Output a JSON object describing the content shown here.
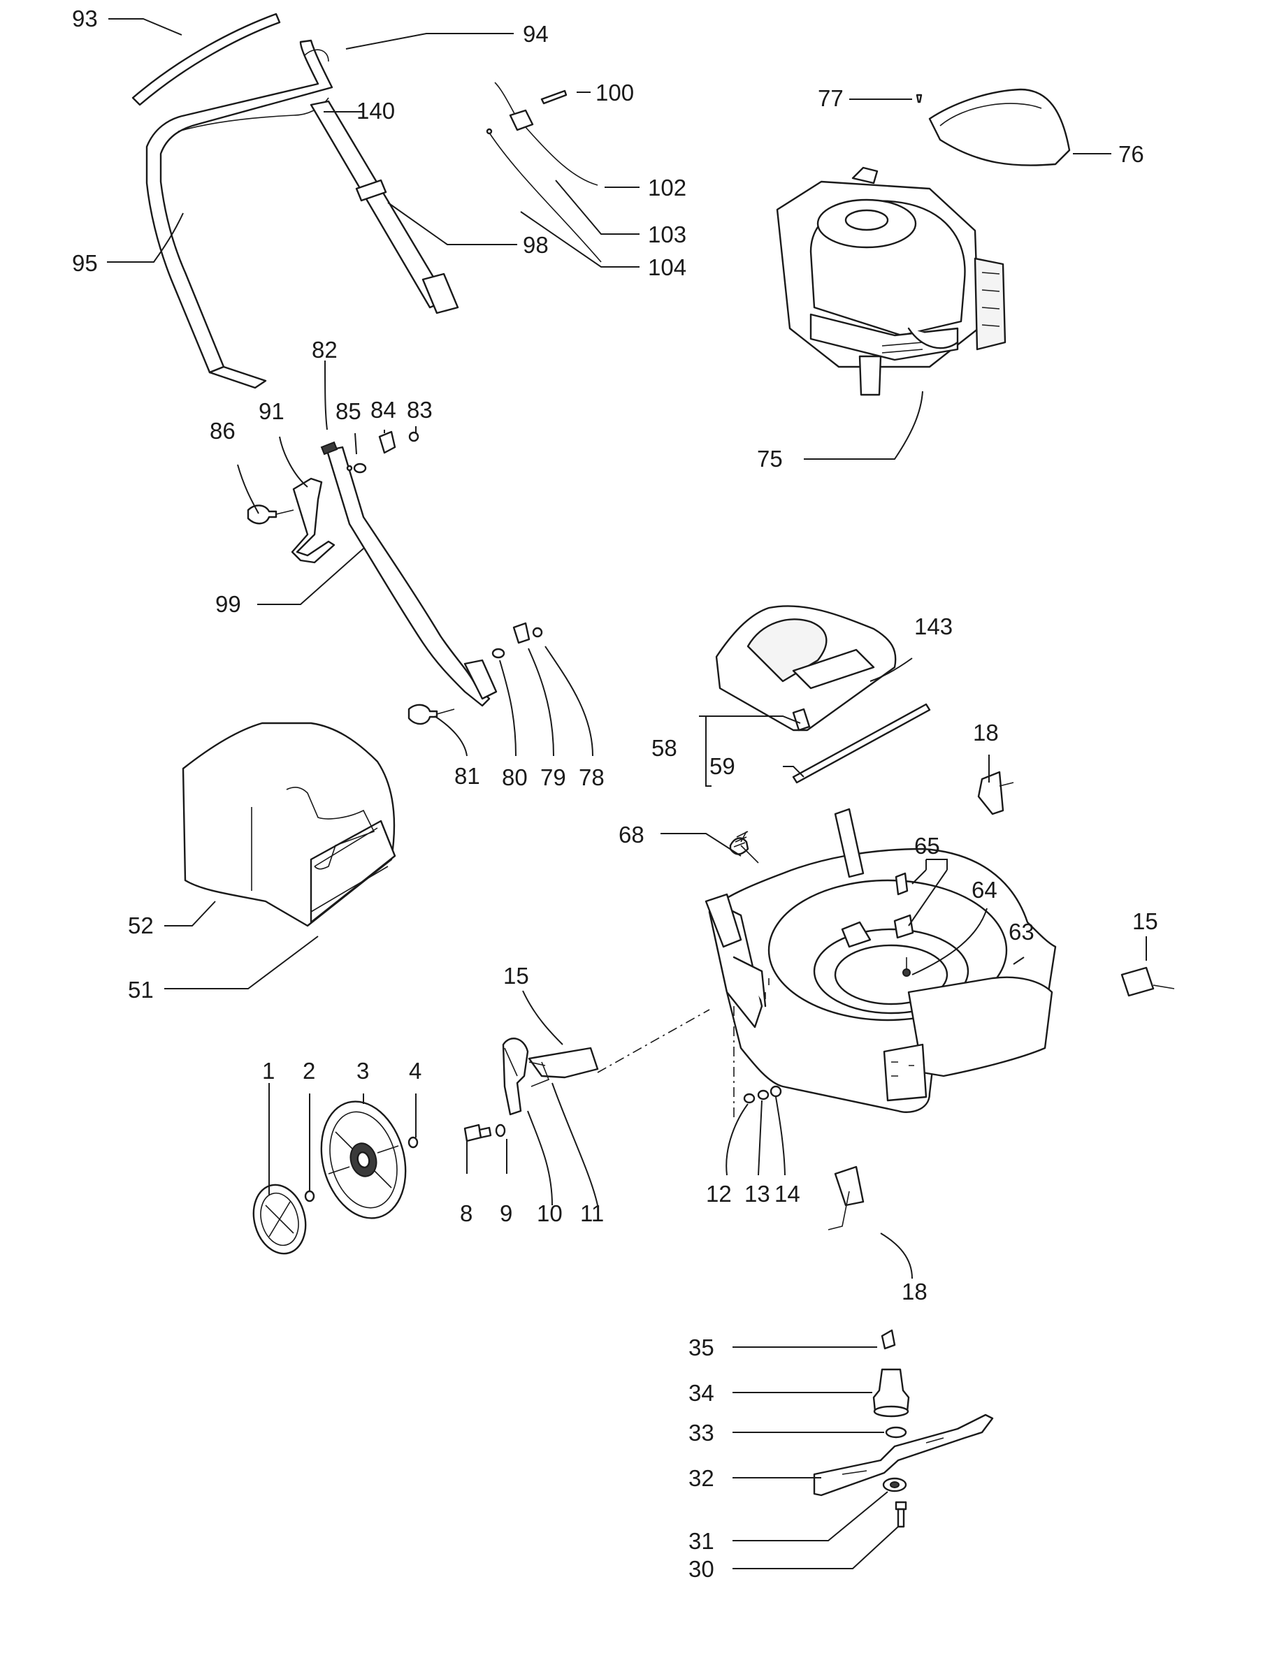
{
  "labels": {
    "p1": "1",
    "p2": "2",
    "p3": "3",
    "p4": "4",
    "p8": "8",
    "p9": "9",
    "p10": "10",
    "p11": "11",
    "p12": "12",
    "p13": "13",
    "p14": "14",
    "p15a": "15",
    "p15b": "15",
    "p18a": "18",
    "p18b": "18",
    "p30": "30",
    "p31": "31",
    "p32": "32",
    "p33": "33",
    "p34": "34",
    "p35": "35",
    "p51": "51",
    "p52": "52",
    "p58": "58",
    "p59": "59",
    "p63": "63",
    "p64": "64",
    "p65": "65",
    "p68": "68",
    "p75": "75",
    "p76": "76",
    "p77": "77",
    "p78": "78",
    "p79": "79",
    "p80": "80",
    "p81": "81",
    "p82": "82",
    "p83": "83",
    "p84": "84",
    "p85": "85",
    "p86": "86",
    "p91": "91",
    "p93": "93",
    "p94": "94",
    "p95": "95",
    "p98": "98",
    "p99": "99",
    "p100": "100",
    "p102": "102",
    "p103": "103",
    "p104": "104",
    "p140": "140",
    "p143": "143"
  }
}
